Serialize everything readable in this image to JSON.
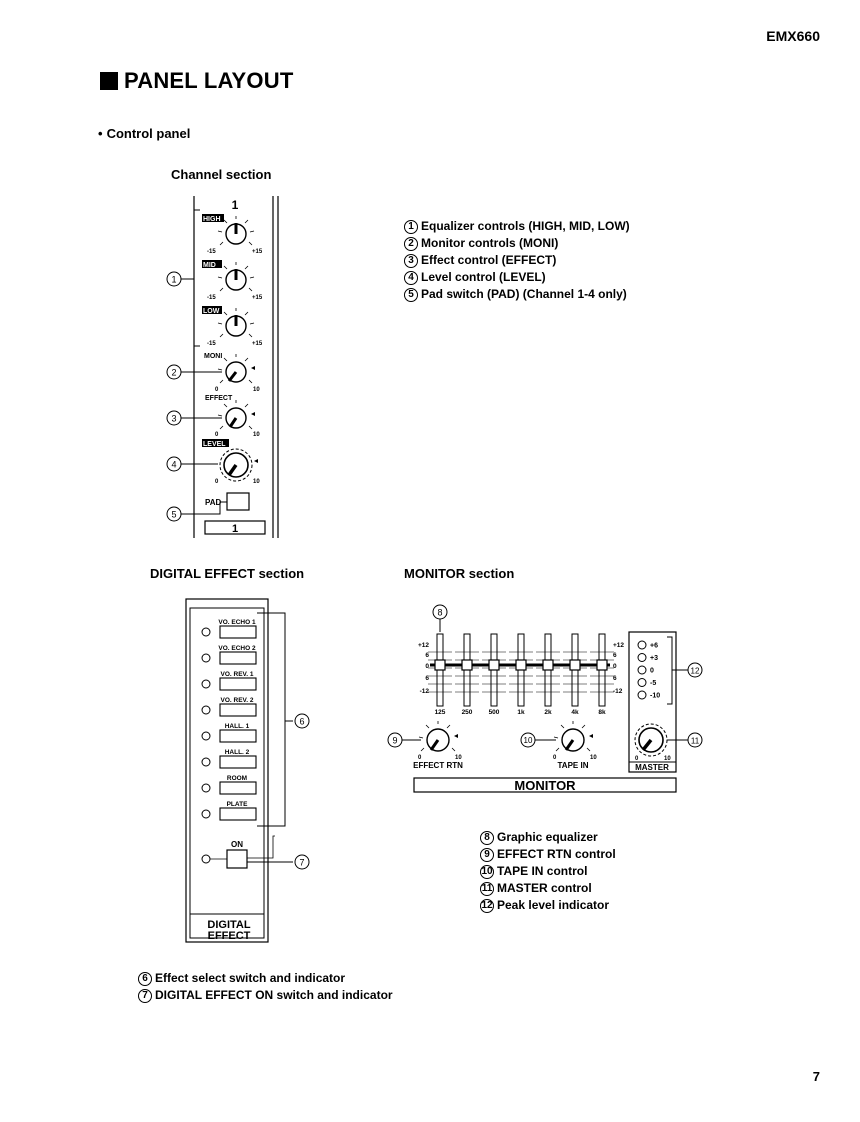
{
  "header": {
    "model": "EMX660"
  },
  "page": {
    "title": "PANEL LAYOUT",
    "subtitle": "Control panel",
    "bullet": "•",
    "page_number": "7"
  },
  "channel": {
    "heading": "Channel section",
    "channel_number": "1",
    "knobs": {
      "high": {
        "label": "HIGH",
        "min": "-15",
        "max": "+15"
      },
      "mid": {
        "label": "MID",
        "min": "-15",
        "max": "+15"
      },
      "low": {
        "label": "LOW",
        "min": "-15",
        "max": "+15"
      },
      "moni": {
        "label": "MONI",
        "min": "0",
        "max": "10"
      },
      "effect": {
        "label": "EFFECT",
        "min": "0",
        "max": "10"
      },
      "level": {
        "label": "LEVEL",
        "min": "0",
        "max": "10"
      }
    },
    "pad_label": "PAD",
    "callouts": [
      "1",
      "2",
      "3",
      "4",
      "5"
    ],
    "legend": [
      {
        "num": "1",
        "text": "Equalizer controls (HIGH, MID, LOW)"
      },
      {
        "num": "2",
        "text": "Monitor controls (MONI)"
      },
      {
        "num": "3",
        "text": "Effect control (EFFECT)"
      },
      {
        "num": "4",
        "text": "Level control (LEVEL)"
      },
      {
        "num": "5",
        "text": "Pad switch (PAD) (Channel 1-4 only)"
      }
    ]
  },
  "digital_effect": {
    "heading": "DIGITAL EFFECT section",
    "programs": [
      "VO. ECHO 1",
      "VO. ECHO 2",
      "VO. REV. 1",
      "VO. REV. 2",
      "HALL. 1",
      "HALL. 2",
      "ROOM",
      "PLATE"
    ],
    "on_label": "ON",
    "panel_label_1": "DIGITAL",
    "panel_label_2": "EFFECT",
    "callouts": [
      "6",
      "7"
    ],
    "legend": [
      {
        "num": "6",
        "text": "Effect select switch and indicator"
      },
      {
        "num": "7",
        "text": "DIGITAL EFFECT ON switch and indicator"
      }
    ]
  },
  "monitor": {
    "heading": "MONITOR section",
    "eq_bands": [
      "125",
      "250",
      "500",
      "1k",
      "2k",
      "4k",
      "8k"
    ],
    "eq_scale": [
      "+12",
      "6",
      "0",
      "6",
      "-12"
    ],
    "peak_levels": [
      "+6",
      "+3",
      "0",
      "-5",
      "-10"
    ],
    "effect_rtn": {
      "label": "EFFECT RTN",
      "min": "0",
      "max": "10"
    },
    "tape_in": {
      "label": "TAPE IN",
      "min": "0",
      "max": "10"
    },
    "master": {
      "label": "MASTER",
      "min": "0",
      "max": "10"
    },
    "panel_label": "MONITOR",
    "callouts": [
      "8",
      "9",
      "10",
      "11",
      "12"
    ],
    "legend": [
      {
        "num": "8",
        "text": "Graphic equalizer"
      },
      {
        "num": "9",
        "text": "EFFECT RTN control"
      },
      {
        "num": "10",
        "text": "TAPE IN control"
      },
      {
        "num": "11",
        "text": "MASTER control"
      },
      {
        "num": "12",
        "text": "Peak level indicator"
      }
    ]
  }
}
